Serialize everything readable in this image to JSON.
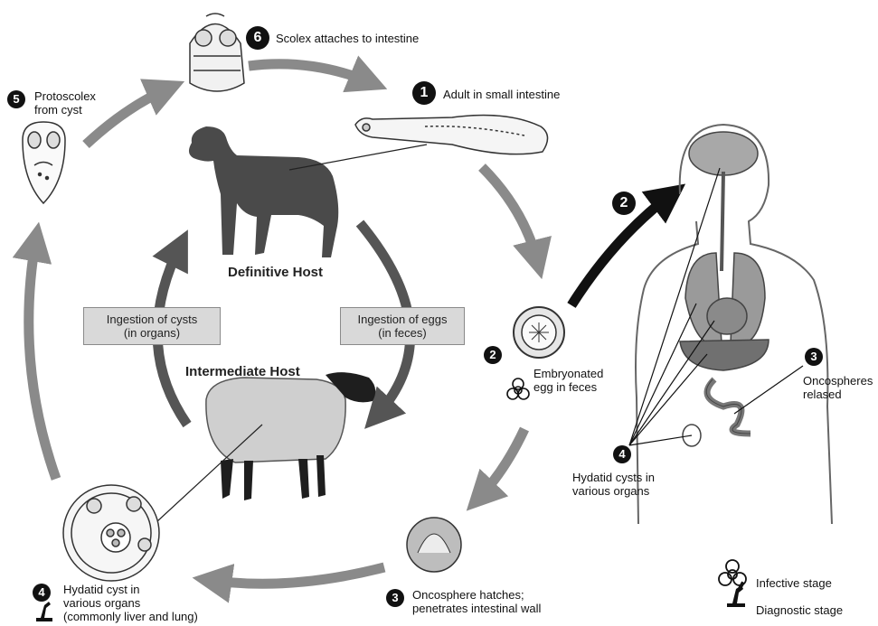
{
  "stages": {
    "s1": {
      "num": "1",
      "text": "Adult in small intestine"
    },
    "s2": {
      "num": "2",
      "lines": [
        "Embryonated",
        "egg in feces"
      ]
    },
    "s2_human": {
      "num": "2"
    },
    "s3": {
      "num": "3",
      "lines": [
        "Oncosphere hatches;",
        "penetrates intestinal wall"
      ]
    },
    "s3_human": {
      "num": "3",
      "lines": [
        "Oncospheres",
        "relased"
      ]
    },
    "s4": {
      "num": "4",
      "lines": [
        "Hydatid cyst in",
        "various organs",
        "(commonly liver and lung)"
      ]
    },
    "s4_human": {
      "num": "4",
      "lines": [
        "Hydatid cysts in",
        "various organs"
      ]
    },
    "s5": {
      "num": "5",
      "lines": [
        "Protoscolex",
        "from cyst"
      ]
    },
    "s6": {
      "num": "6",
      "text": "Scolex attaches to intestine"
    }
  },
  "hosts": {
    "definitive": "Definitive Host",
    "intermediate": "Intermediate Host"
  },
  "boxes": {
    "cysts": [
      "Ingestion of cysts",
      "(in organs)"
    ],
    "eggs": [
      "Ingestion of eggs",
      "(in feces)"
    ]
  },
  "legend": {
    "infective": "Infective stage",
    "diagnostic": "Diagnostic stage"
  },
  "icons": [
    "biohazard-icon",
    "microscope-icon"
  ]
}
